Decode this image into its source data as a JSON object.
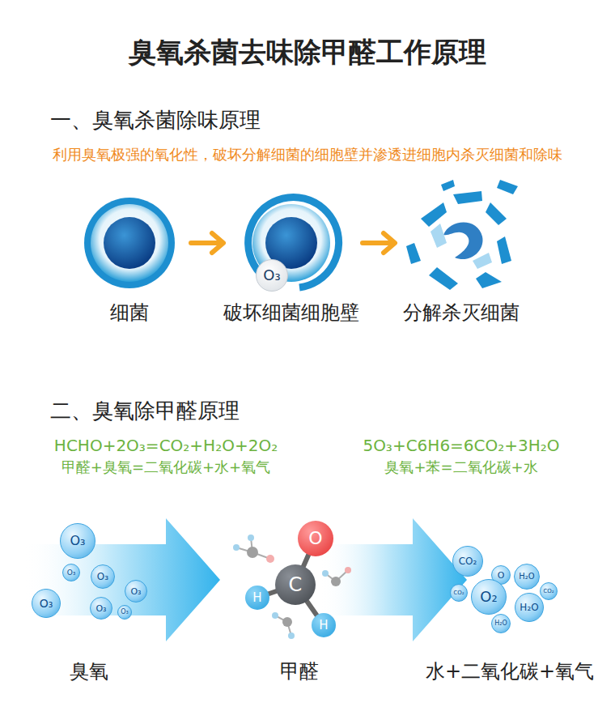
{
  "diagram": {
    "title": "臭氧杀菌去味除甲醛工作原理",
    "nodes": [
      {
        "text": [
          "O₃"
        ]
      },
      {
        "text": [
          "O₃"
        ]
      },
      {
        "text": [
          "O₃"
        ]
      },
      {
        "text": [
          "O₃"
        ]
      },
      {
        "text": [
          "O₃"
        ]
      },
      {
        "text": [
          "O₃"
        ]
      },
      {
        "text": [
          "O₃"
        ]
      },
      {
        "text": [
          "O₃"
        ]
      },
      {
        "text": [
          "O"
        ]
      },
      {
        "text": [
          "C"
        ]
      },
      {
        "text": [
          "H"
        ]
      },
      {
        "text": [
          "H"
        ]
      },
      {
        "text": [
          "CO₂"
        ]
      },
      {
        "text": [
          "O"
        ]
      },
      {
        "text": [
          "H₂O"
        ]
      },
      {
        "text": [
          "CO₂"
        ]
      },
      {
        "text": [
          "O₂"
        ]
      },
      {
        "text": [
          "CO₂"
        ]
      },
      {
        "text": [
          "H₂O"
        ]
      },
      {
        "text": [
          "H₂O"
        ]
      }
    ],
    "labels": [
      "一、臭氧杀菌除味原理",
      "利用臭氧极强的氧化性，破坏分解细菌的细胞壁并渗透进细胞内杀灭细菌和除味",
      "细菌",
      "破坏细菌细胞壁",
      "分解杀灭细菌",
      "二、臭氧除甲醛原理",
      "HCHO+2O₃=CO₂+H₂O+2O₂",
      "甲醛+臭氧=二氧化碳+水+氧气",
      "5O₃+C6H6=6CO₂+3H₂O",
      "臭氧+苯=二氧化碳+水",
      "臭氧",
      "甲醛",
      "水+二氧化碳+氧气"
    ]
  }
}
